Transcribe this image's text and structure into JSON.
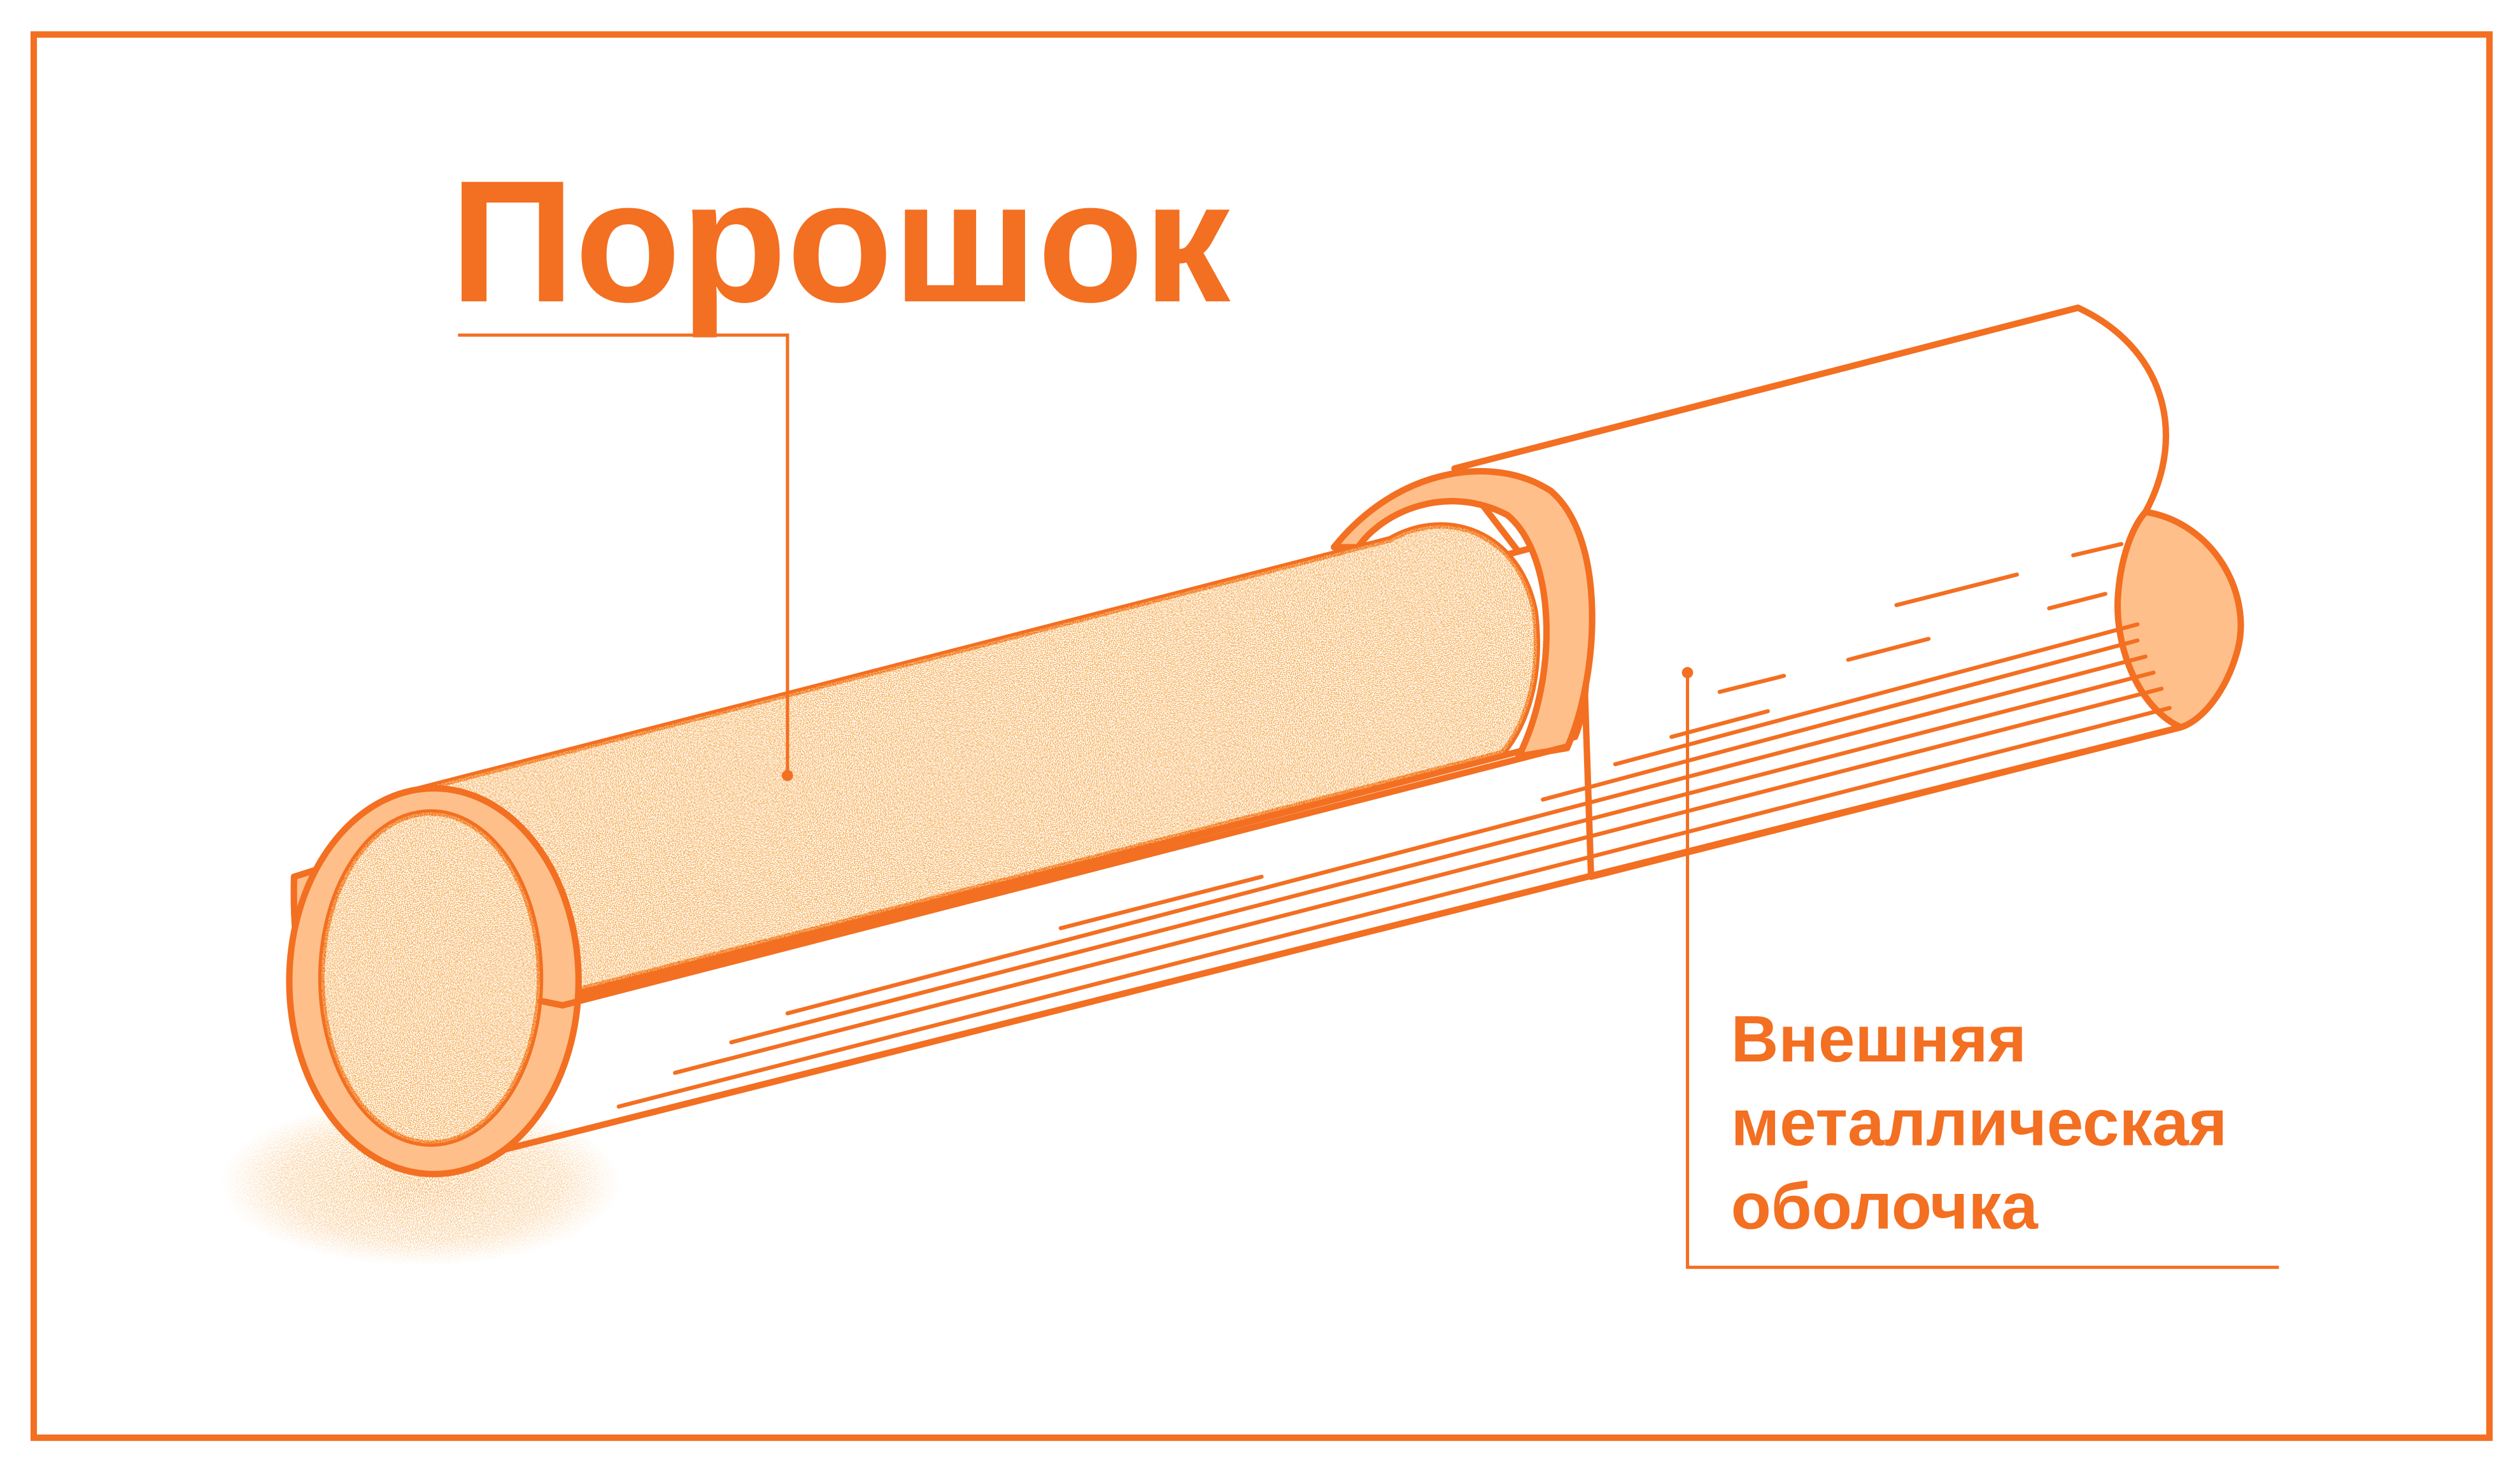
{
  "diagram": {
    "labels": {
      "powder": "Порошок",
      "sheath_line1": "Внешняя",
      "sheath_line2": "металлическая",
      "sheath_line3": "оболочка"
    },
    "colors": {
      "stroke": "#f36f21",
      "fill_light": "#ffbf8a",
      "powder_dot": "#f07a26",
      "background": "#ffffff"
    }
  }
}
